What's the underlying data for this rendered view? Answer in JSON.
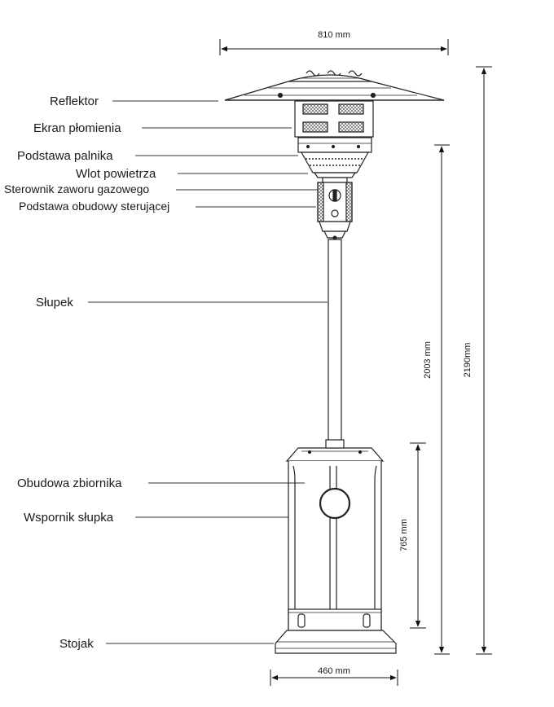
{
  "labels": {
    "reflector": "Reflektor",
    "flame_screen": "Ekran płomienia",
    "burner_base": "Podstawa palnika",
    "air_inlet": "Wlot powietrza",
    "valve_knob": "Sterownik zaworu gazowego",
    "control_housing_base": "Podstawa obudowy sterującej",
    "post": "Słupek",
    "tank_housing": "Obudowa zbiornika",
    "post_support": "Wspornik słupka",
    "stand": "Stojak"
  },
  "dimensions": {
    "reflector_width": "810 mm",
    "base_width": "460 mm",
    "total_height": "2190mm",
    "reflector_height": "2003 mm",
    "housing_height": "765 mm"
  }
}
